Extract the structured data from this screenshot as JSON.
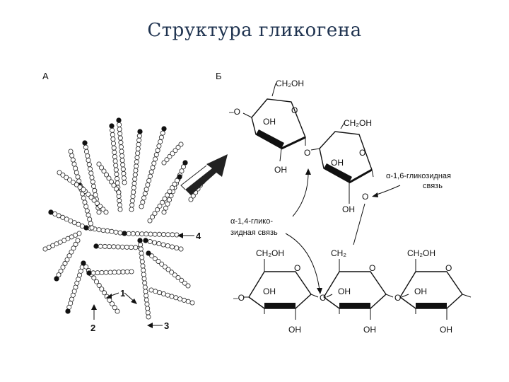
{
  "title": "Структура гликогена",
  "panel_a": {
    "label": "А",
    "numbers": [
      "1",
      "2",
      "3",
      "4"
    ]
  },
  "panel_b": {
    "label": "Б",
    "atoms": {
      "ring_o": "O",
      "oh": "OH",
      "ch2oh": "CH₂OH",
      "ch2": "CH₂",
      "link_o": "O",
      "bond_o": "–O"
    },
    "alpha16_line1": "α-1,6-гликозидная",
    "alpha16_line2": "связь",
    "alpha14_line1": "α-1,4-глико-",
    "alpha14_line2": "зидная связь"
  }
}
